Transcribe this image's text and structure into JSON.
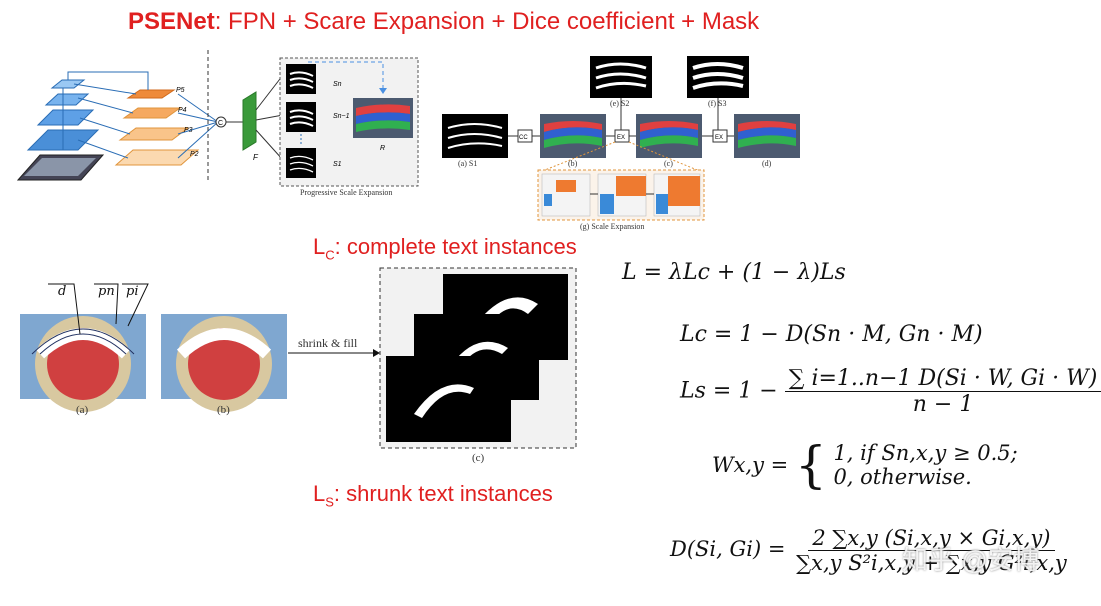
{
  "title": {
    "bold": "PSENet",
    "rest": ":  FPN + Scare Expansion + Dice coefficient + Mask"
  },
  "fig_top_left": {
    "labels": [
      "P5",
      "P4",
      "P3",
      "P2",
      "C",
      "F",
      "Sn",
      "Sn−1",
      "S1",
      "R"
    ],
    "caption": "Progressive Scale Expansion"
  },
  "fig_top_right": {
    "captions": [
      "(a) S1",
      "(b)",
      "(c)",
      "(d)",
      "(e) S2",
      "(f) S3",
      "(g) Scale Expansion"
    ],
    "ops": [
      "CC",
      "EX",
      "EX"
    ]
  },
  "lc_label": {
    "main": "L",
    "sub": "C",
    "rest": ": complete text instances"
  },
  "ls_label": {
    "main": "L",
    "sub": "S",
    "rest": ": shrunk text instances"
  },
  "fig_bottom": {
    "labels": [
      "d",
      "pn",
      "pi"
    ],
    "captions": [
      "(a)",
      "(b)",
      "(c)"
    ],
    "arrow_label": "shrink & fill"
  },
  "equations": {
    "loss": "L = λLc + (1 − λ)Ls",
    "lc": "Lc = 1 − D(Sn · M, Gn · M)",
    "ls_lhs": "Ls = 1 −",
    "ls_num": "∑ i=1..n−1 D(Si · W, Gi · W)",
    "ls_den": "n − 1",
    "w_lhs": "Wx,y =",
    "w_case1": "1,   if Sn,x,y ≥ 0.5;",
    "w_case2": "0,   otherwise.",
    "d_lhs": "D(Si, Gi) =",
    "d_num": "2 ∑x,y (Si,x,y × Gi,x,y)",
    "d_den": "∑x,y S²i,x,y + ∑x,y G²i,x,y"
  },
  "watermark": "知乎 @安博"
}
